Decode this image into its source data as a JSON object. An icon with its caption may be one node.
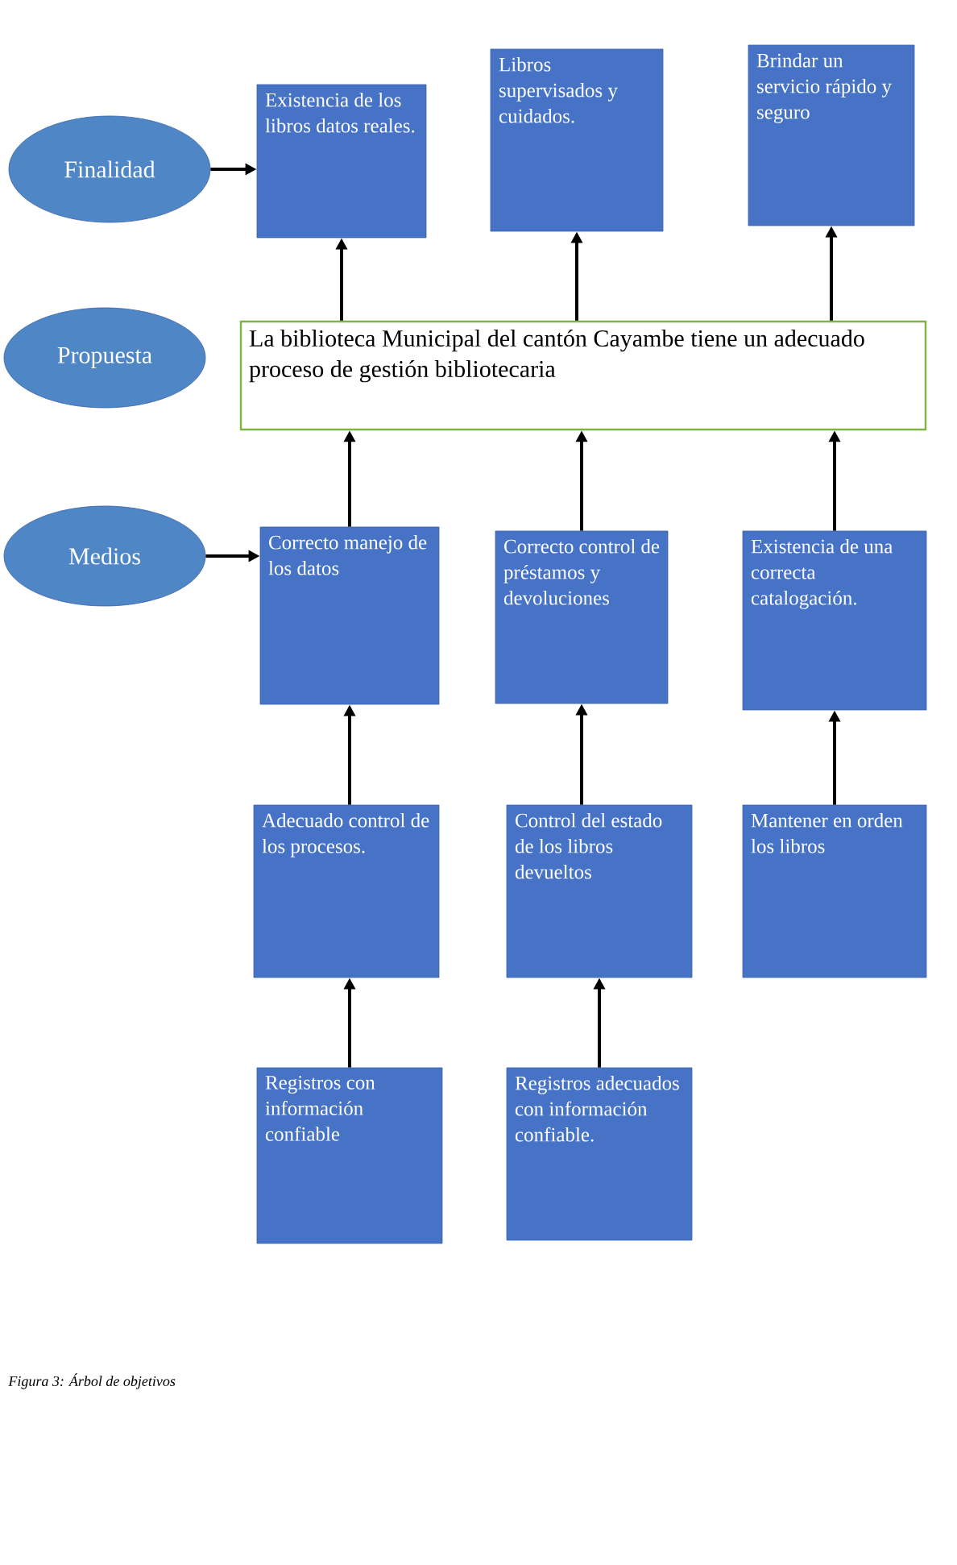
{
  "diagram": {
    "caption": "Figura 3: Árbol de objetivos",
    "nodes": [
      {
        "text": [
          "Finalidad"
        ]
      },
      {
        "text": [
          "Propuesta"
        ]
      },
      {
        "text": [
          "Medios"
        ]
      },
      {
        "text": [
          "Existencia de los libros datos reales."
        ]
      },
      {
        "text": [
          "Libros supervisados y cuidados."
        ]
      },
      {
        "text": [
          "Brindar un servicio rápido y seguro"
        ]
      },
      {
        "text": [
          "La biblioteca Municipal del cantón Cayambe tiene un adecuado proceso de gestión bibliotecaria"
        ]
      },
      {
        "text": [
          "Correcto manejo de los datos"
        ]
      },
      {
        "text": [
          "Correcto control de préstamos y devoluciones"
        ]
      },
      {
        "text": [
          "Existencia de una correcta catalogación."
        ]
      },
      {
        "text": [
          "Adecuado control de los procesos."
        ]
      },
      {
        "text": [
          "Control del estado de los libros devueltos"
        ]
      },
      {
        "text": [
          "Mantener en orden los libros"
        ]
      },
      {
        "text": [
          "Registros con información confiable"
        ]
      },
      {
        "text": [
          "Registros adecuados con información confiable."
        ]
      }
    ],
    "edges": [
      {
        "from": 0,
        "to": 3,
        "arrow": "to"
      },
      {
        "from": 2,
        "to": 7,
        "arrow": "to"
      },
      {
        "from": 6,
        "to": 3,
        "arrow": "to"
      },
      {
        "from": 6,
        "to": 4,
        "arrow": "to"
      },
      {
        "from": 6,
        "to": 5,
        "arrow": "to"
      },
      {
        "from": 7,
        "to": 6,
        "arrow": "to"
      },
      {
        "from": 8,
        "to": 6,
        "arrow": "to"
      },
      {
        "from": 9,
        "to": 6,
        "arrow": "to"
      },
      {
        "from": 10,
        "to": 7,
        "arrow": "to"
      },
      {
        "from": 11,
        "to": 8,
        "arrow": "to"
      },
      {
        "from": 12,
        "to": 9,
        "arrow": "to"
      },
      {
        "from": 13,
        "to": 10,
        "arrow": "to"
      },
      {
        "from": 14,
        "to": 11,
        "arrow": "to"
      }
    ]
  }
}
